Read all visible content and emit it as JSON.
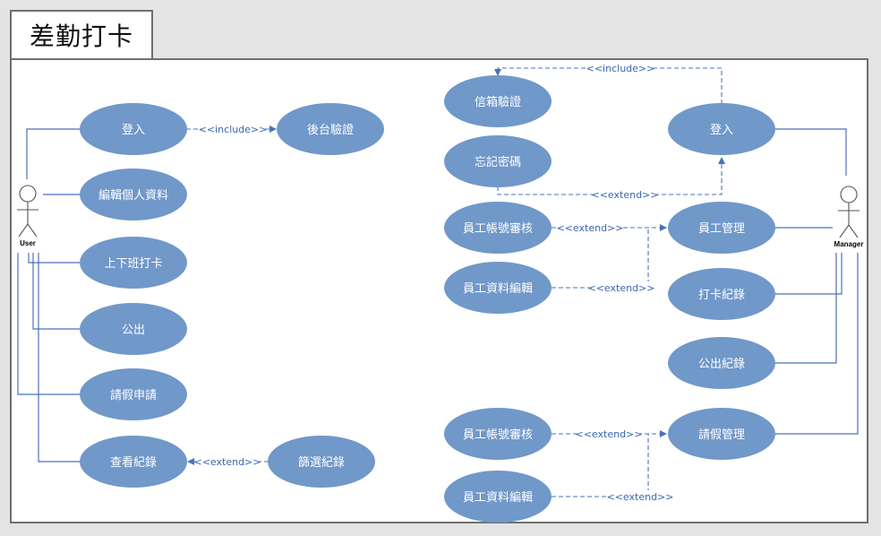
{
  "title": "差勤打卡",
  "actors": {
    "user": "User",
    "manager": "Manager"
  },
  "use_cases": {
    "login_user": "登入",
    "backend_verify": "後台驗證",
    "edit_profile": "編輯個人資料",
    "clock_in_out": "上下班打卡",
    "business_trip": "公出",
    "leave_request": "請假申請",
    "view_records": "查看紀錄",
    "filter_records": "篩選紀錄",
    "email_verify": "信箱驗證",
    "forgot_password": "忘記密碼",
    "login_manager": "登入",
    "account_review_1": "員工帳號審核",
    "staff_data_edit_1": "員工資料編輯",
    "staff_management": "員工管理",
    "clock_records": "打卡紀錄",
    "trip_records": "公出紀錄",
    "account_review_2": "員工帳號審核",
    "staff_data_edit_2": "員工資料編輯",
    "leave_management": "請假管理"
  },
  "relations": {
    "include_backend": "<<include>>",
    "include_email": "<<include>>",
    "extend_filter": "<<extend>>",
    "extend_forgot": "<<extend>>",
    "extend_review_1": "<<extend>>",
    "extend_edit_1": "<<extend>>",
    "extend_review_2": "<<extend>>",
    "extend_edit_2": "<<extend>>"
  },
  "colors": {
    "use_case_fill": "#7098c9",
    "line": "#4a72b8",
    "frame_border": "#6f6f6f",
    "background": "#e4e4e4"
  }
}
